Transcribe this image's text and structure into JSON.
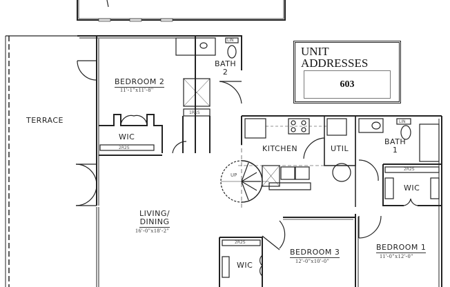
{
  "plan": {
    "unit_addresses": {
      "title_line1": "UNIT",
      "title_line2": "ADDRESSES",
      "address": "603"
    },
    "rooms": {
      "terrace": {
        "label": "TERRACE"
      },
      "bedroom2": {
        "label": "BEDROOM 2",
        "dims": "11'-1\"x11'-8\""
      },
      "bath2": {
        "label_line1": "BATH",
        "label_line2": "2"
      },
      "wic_bed2": {
        "label": "WIC"
      },
      "kitchen": {
        "label": "KITCHEN"
      },
      "util": {
        "label": "UTIL"
      },
      "bath1": {
        "label_line1": "BATH",
        "label_line2": "1"
      },
      "wic_bed1": {
        "label": "WIC"
      },
      "living": {
        "label_line1": "LIVING/",
        "label_line2": "DINING",
        "dims": "16'-0\"x18'-2\""
      },
      "bedroom3": {
        "label": "BEDROOM 3",
        "dims": "12'-0\"x10'-0\""
      },
      "wic_bed3": {
        "label": "WIC"
      },
      "bedroom1": {
        "label": "BEDROOM 1",
        "dims": "11'-0\"x12'-0\""
      }
    },
    "annotations": {
      "stairs": "UP",
      "lin": "LIN",
      "shelf_2r2s": "2R2S",
      "shelf_1r1s": "1R1S"
    }
  }
}
